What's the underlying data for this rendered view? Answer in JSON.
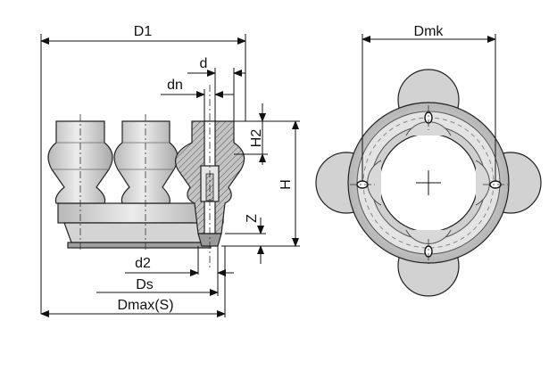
{
  "labels": {
    "d1": "D1",
    "d": "d",
    "dn": "dn",
    "h2": "H2",
    "h": "H",
    "z": "Z",
    "d2": "d2",
    "ds": "Ds",
    "dmax": "Dmax(S)",
    "dmk": "Dmk"
  },
  "colors": {
    "body_gray": "#c9c9c9",
    "body_light": "#e2e2e2",
    "body_dark": "#9a9a9a",
    "hatch_fill": "#bdbdbd",
    "line": "#111111"
  }
}
